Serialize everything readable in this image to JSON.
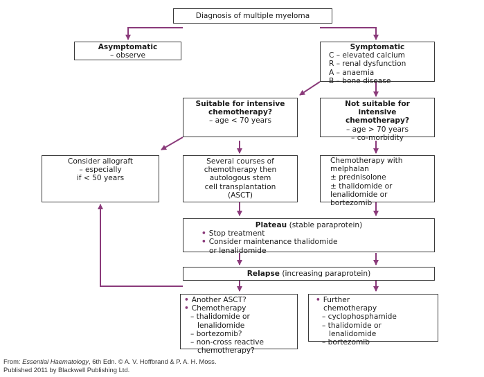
{
  "colors": {
    "arrow": "#8a3a7a",
    "border": "#3a3a3a",
    "bullet": "#8a3a7a"
  },
  "diagnosis": {
    "title": "Diagnosis of multiple myeloma"
  },
  "asymptomatic": {
    "title": "Asymptomatic",
    "lines": [
      "– observe"
    ]
  },
  "symptomatic": {
    "title": "Symptomatic",
    "lines": [
      "C – elevated calcium",
      "R – renal dysfunction",
      "A – anaemia",
      "B – bone disease"
    ]
  },
  "suitable": {
    "title": "Suitable for intensive chemotherapy?",
    "lines": [
      "– age < 70 years"
    ]
  },
  "not_suitable": {
    "title": "Not suitable for intensive chemotherapy?",
    "lines": [
      "– age > 70 years",
      "– co-morbidity"
    ]
  },
  "allograft": {
    "lines": [
      "Consider allograft",
      "– especially",
      "if < 50 years"
    ]
  },
  "asct": {
    "lines": [
      "Several courses of",
      "chemotherapy then",
      "autologous stem",
      "cell transplantation",
      "(ASCT)"
    ]
  },
  "melphalan": {
    "lines": [
      "Chemotherapy with",
      "melphalan",
      "± prednisolone",
      "± thalidomide or",
      "lenalidomide or",
      "bortezomib"
    ]
  },
  "plateau": {
    "title": "Plateau",
    "subtitle": "(stable paraprotein)",
    "bullets": [
      "Stop treatment",
      "Consider maintenance thalidomide"
    ],
    "continuation": "or lenalidomide"
  },
  "relapse": {
    "title": "Relapse",
    "subtitle": "(increasing paraprotein)"
  },
  "relapse_left": {
    "bullet1": "Another ASCT?",
    "bullet2": "Chemotherapy",
    "sub": [
      "– thalidomide or",
      "lenalidomide",
      "– bortezomib?",
      "– non-cross reactive",
      "chemotherapy?"
    ]
  },
  "relapse_right": {
    "bullet1": "Further",
    "bullet1_cont": "chemotherapy",
    "sub": [
      "– cyclophosphamide",
      "– thalidomide or",
      "lenalidomide",
      "– bortezomib"
    ]
  },
  "footer": {
    "line1_prefix": "From: ",
    "line1_book": "Essential Haematology",
    "line1_suffix": ", 6th Edn. © A. V. Hoffbrand & P. A. H. Moss.",
    "line2": "Published 2011 by Blackwell Publishing Ltd."
  }
}
